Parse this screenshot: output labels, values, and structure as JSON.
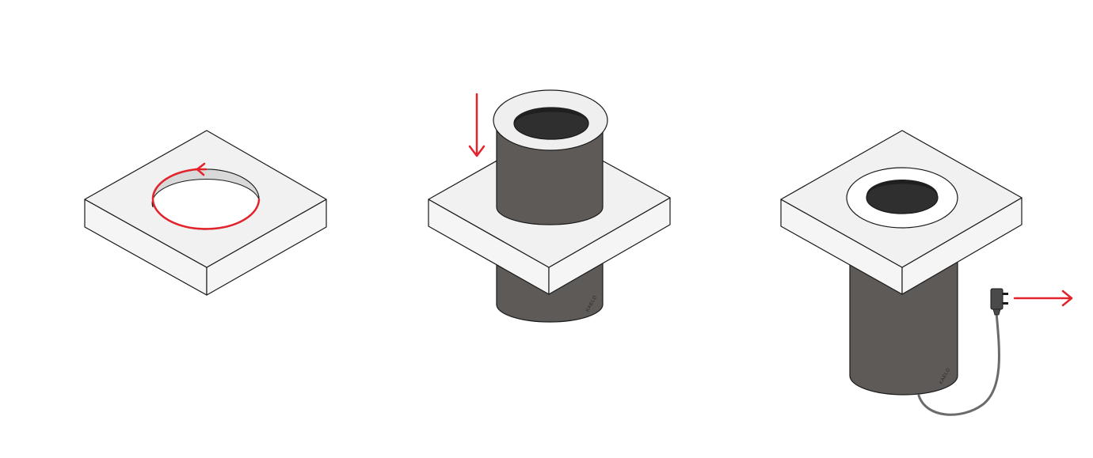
{
  "colors": {
    "background": "#ffffff",
    "line": "#1a1a1a",
    "top_face": "#f1f1f1",
    "side_face": "#f5f5f5",
    "cylinder_body": "#5d5a58",
    "cylinder_dark": "#2f2f2f",
    "hole_inner": "#d9d9d9",
    "arrow": "#e3222b",
    "cable": "#6b6b6b",
    "brand_text": "#2a2a2a"
  },
  "steps": [
    {
      "name": "cut-hole",
      "icons": [
        "curved-arrow-icon"
      ]
    },
    {
      "name": "insert-unit",
      "icons": [
        "down-arrow-icon"
      ],
      "brand_label": "KAELO"
    },
    {
      "name": "connect-power",
      "icons": [
        "power-plug-icon",
        "right-arrow-icon"
      ],
      "brand_label": "KAELO"
    }
  ]
}
